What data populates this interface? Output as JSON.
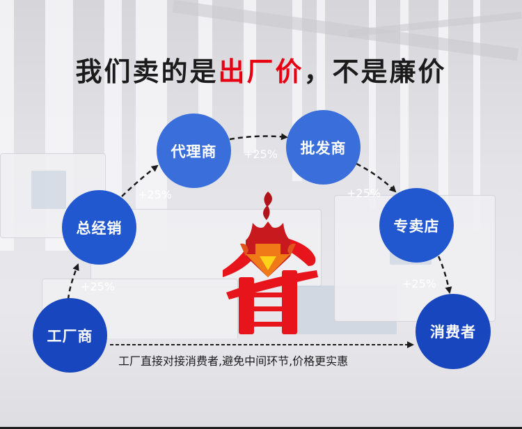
{
  "headline": {
    "part1": "我们卖的是",
    "highlight": "出厂价",
    "part2": "，不是廉价"
  },
  "colors": {
    "node_blue": "#2158cf",
    "highlight_red": "#e60012",
    "text_dark": "#1b1b1b"
  },
  "nodes": [
    {
      "id": "factory",
      "label": "工厂商"
    },
    {
      "id": "general-distributor",
      "label": "总经销"
    },
    {
      "id": "agent",
      "label": "代理商"
    },
    {
      "id": "wholesaler",
      "label": "批发商"
    },
    {
      "id": "specialty-store",
      "label": "专卖店"
    },
    {
      "id": "consumer",
      "label": "消费者"
    }
  ],
  "markups": [
    {
      "from": "factory",
      "to": "general-distributor",
      "label": "+25%"
    },
    {
      "from": "general-distributor",
      "to": "agent",
      "label": "+25%"
    },
    {
      "from": "agent",
      "to": "wholesaler",
      "label": "+25%"
    },
    {
      "from": "wholesaler",
      "to": "specialty-store",
      "label": "+25%"
    },
    {
      "from": "specialty-store",
      "to": "consumer",
      "label": "+25%"
    }
  ],
  "center_emblem": {
    "character": "省",
    "icon": "flame-down-arrow-icon"
  },
  "direct_route_note": "工厂直接对接消费者,避免中间环节,价格更实惠"
}
